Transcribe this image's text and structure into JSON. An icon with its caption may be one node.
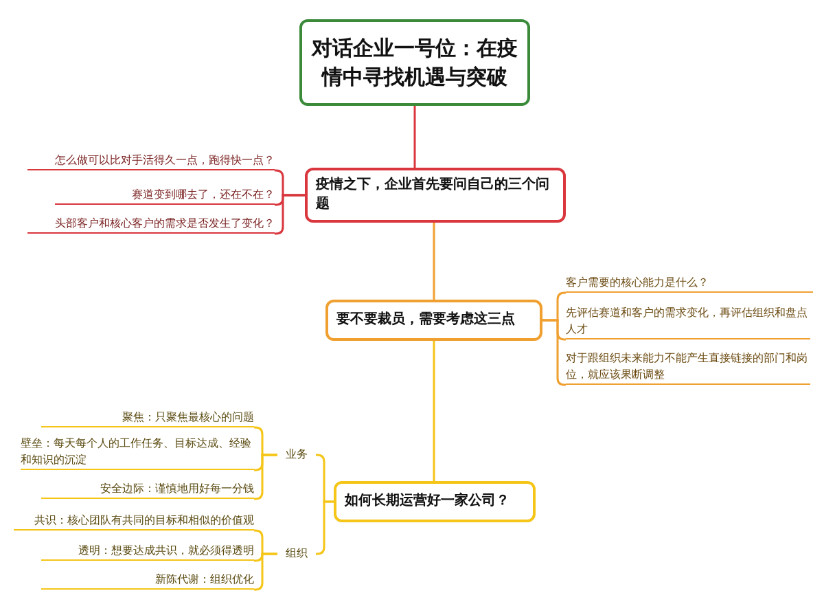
{
  "diagram": {
    "nodes": [
      {
        "text": [
          "对话企业一号位：在疫情中寻找机遇与突破"
        ]
      },
      {
        "text": [
          "疫情之下，企业首先要问自己的三个问题"
        ]
      },
      {
        "text": [
          "怎么做可以比对手活得久一点，跑得快一点？"
        ]
      },
      {
        "text": [
          "赛道变到哪去了，还在不在？"
        ]
      },
      {
        "text": [
          "头部客户和核心客户的需求是否发生了变化？"
        ]
      },
      {
        "text": [
          "要不要裁员，需要考虑这三点"
        ]
      },
      {
        "text": [
          "客户需要的核心能力是什么？"
        ]
      },
      {
        "text": [
          "先评估赛道和客户的需求变化，再评估组织和盘点人才"
        ]
      },
      {
        "text": [
          "对于跟组织未来能力不能产生直接链接的部门和岗位，就应该果断调整"
        ]
      },
      {
        "text": [
          "如何长期运营好一家公司？"
        ]
      },
      {
        "text": [
          "业务"
        ]
      },
      {
        "text": [
          "组织"
        ]
      },
      {
        "text": [
          "聚焦：只聚焦最核心的问题"
        ]
      },
      {
        "text": [
          "壁垒：每天每个人的工作任务、目标达成、经验和知识的沉淀"
        ]
      },
      {
        "text": [
          "安全边际：谨慎地用好每一分钱"
        ]
      },
      {
        "text": [
          "共识：核心团队有共同的目标和相似的价值观"
        ]
      },
      {
        "text": [
          "透明：想要达成共识，就必须得透明"
        ]
      },
      {
        "text": [
          "新陈代谢：组织优化"
        ]
      }
    ],
    "edges": [
      {
        "from": 0,
        "to": 1,
        "arrow": "none",
        "color": "#d9363e"
      },
      {
        "from": 1,
        "to": 5,
        "arrow": "none",
        "color": "#f0a030"
      },
      {
        "from": 5,
        "to": 9,
        "arrow": "none",
        "color": "#f5c518"
      },
      {
        "from": 1,
        "to": 2,
        "arrow": "none",
        "color": "#d9363e"
      },
      {
        "from": 1,
        "to": 3,
        "arrow": "none",
        "color": "#d9363e"
      },
      {
        "from": 1,
        "to": 4,
        "arrow": "none",
        "color": "#d9363e"
      },
      {
        "from": 5,
        "to": 6,
        "arrow": "none",
        "color": "#f0a030"
      },
      {
        "from": 5,
        "to": 7,
        "arrow": "none",
        "color": "#f0a030"
      },
      {
        "from": 5,
        "to": 8,
        "arrow": "none",
        "color": "#f0a030"
      },
      {
        "from": 9,
        "to": 10,
        "arrow": "none",
        "color": "#f5c518"
      },
      {
        "from": 9,
        "to": 11,
        "arrow": "none",
        "color": "#f5c518"
      },
      {
        "from": 10,
        "to": 12,
        "arrow": "none",
        "color": "#f5c518"
      },
      {
        "from": 10,
        "to": 13,
        "arrow": "none",
        "color": "#f5c518"
      },
      {
        "from": 10,
        "to": 14,
        "arrow": "none",
        "color": "#f5c518"
      },
      {
        "from": 11,
        "to": 15,
        "arrow": "none",
        "color": "#f5c518"
      },
      {
        "from": 11,
        "to": 16,
        "arrow": "none",
        "color": "#f5c518"
      },
      {
        "from": 11,
        "to": 17,
        "arrow": "none",
        "color": "#f5c518"
      }
    ]
  }
}
